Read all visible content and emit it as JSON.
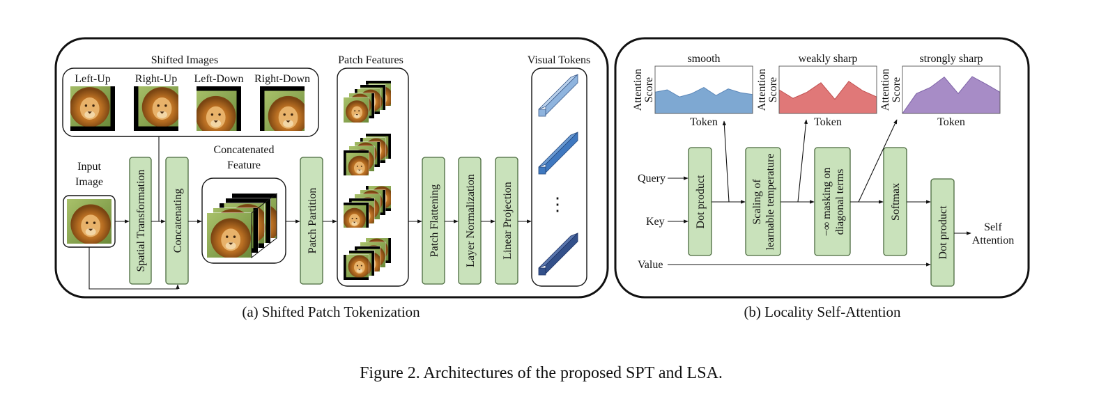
{
  "spt": {
    "shifted_images_title": "Shifted Images",
    "shifts": [
      "Left-Up",
      "Right-Up",
      "Left-Down",
      "Right-Down"
    ],
    "input_image_line1": "Input",
    "input_image_line2": "Image",
    "spatial_transformation": "Spatial Transformation",
    "concatenating": "Concatenating",
    "concat_feature_line1": "Concatenated",
    "concat_feature_line2": "Feature",
    "patch_partition": "Patch Partition",
    "patch_features_title": "Patch Features",
    "patch_flattening": "Patch Flattening",
    "layer_normalization": "Layer Normalization",
    "linear_projection": "Linear Projection",
    "visual_tokens_title": "Visual Tokens",
    "ellipsis": "⋮",
    "caption": "(a) Shifted Patch Tokenization"
  },
  "lsa": {
    "charts": [
      {
        "title": "smooth",
        "ylabel_line1": "Attention",
        "ylabel_line2": "Score",
        "xlabel": "Token",
        "fill": "#7ea8d2",
        "stroke": "#5a86b8",
        "values": [
          0.45,
          0.5,
          0.35,
          0.42,
          0.55,
          0.38,
          0.52,
          0.44,
          0.4
        ]
      },
      {
        "title": "weakly sharp",
        "ylabel_line1": "Attention",
        "ylabel_line2": "Score",
        "xlabel": "Token",
        "fill": "#e07878",
        "stroke": "#c04f4f",
        "values": [
          0.5,
          0.32,
          0.45,
          0.65,
          0.3,
          0.68,
          0.48,
          0.35
        ]
      },
      {
        "title": "strongly sharp",
        "ylabel_line1": "Attention",
        "ylabel_line2": "Score",
        "xlabel": "Token",
        "fill": "#a78cc6",
        "stroke": "#7d62a6",
        "values": [
          0.0,
          0.42,
          0.55,
          0.77,
          0.42,
          0.78,
          0.62,
          0.45
        ]
      }
    ],
    "query": "Query",
    "key": "Key",
    "value": "Value",
    "dot_product": "Dot product",
    "scaling_line1": "Scaling of",
    "scaling_line2": "learnable temperature",
    "masking_line1": "−∞ masking on",
    "masking_line2": "diagonal terms",
    "softmax": "Softmax",
    "dot_product_2": "Dot product",
    "output_line1": "Self",
    "output_line2": "Attention",
    "caption": "(b) Locality Self-Attention"
  },
  "figure_caption": "Figure 2. Architectures of the proposed SPT and LSA.",
  "colors": {
    "module_fill": "#c9e2bb",
    "module_stroke": "#4a6a3e",
    "token_light": "#8fb4de",
    "token_mid": "#3f78bf",
    "token_dark": "#33508a"
  }
}
